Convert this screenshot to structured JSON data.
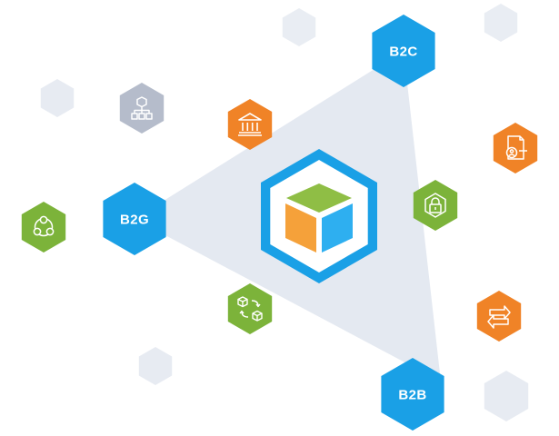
{
  "colors": {
    "blue": "#1aa0e6",
    "blue_dark": "#0f88cf",
    "green": "#7cb33a",
    "orange": "#f08327",
    "gray": "#b5bccb",
    "faint": "#e7ebf2",
    "triangle": "#e4e9f1",
    "cube_top": "#8fbe45",
    "cube_left": "#f5a13a",
    "cube_right": "#2eaff0"
  },
  "hub": {
    "icon": "central-cube-icon"
  },
  "nodes": [
    {
      "label": "B2C",
      "icon": "b2c-node"
    },
    {
      "label": "B2G",
      "icon": "b2g-node"
    },
    {
      "label": "B2B",
      "icon": "b2b-node"
    }
  ],
  "icons": [
    "hierarchy-icon",
    "bank-icon",
    "document-user-icon",
    "padlock-icon",
    "network-circle-icon",
    "box-exchange-icon",
    "arrows-exchange-icon"
  ]
}
